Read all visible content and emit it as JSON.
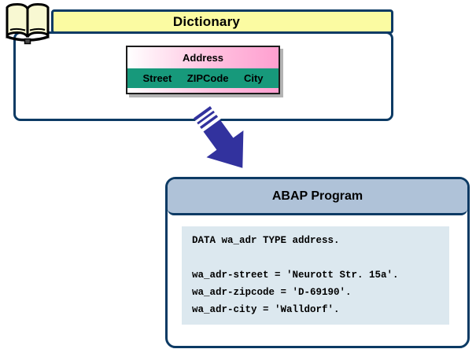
{
  "dictionary": {
    "title": "Dictionary",
    "table": {
      "title": "Address",
      "fields": [
        "Street",
        "ZIPCode",
        "City"
      ]
    }
  },
  "abap": {
    "title": "ABAP Program",
    "code": [
      "DATA wa_adr TYPE address.",
      "",
      "wa_adr-street = 'Neurott Str. 15a'.",
      "wa_adr-zipcode = 'D-69190'.",
      "wa_adr-city = 'Walldorf'."
    ]
  },
  "icons": {
    "book": "open-book-icon",
    "arrow": "arrow-down-right-icon"
  },
  "colors": {
    "navy_border": "#0c3a64",
    "banner_yellow": "#fbfba2",
    "table_pink": "#ff9fd0",
    "table_teal": "#17997b",
    "abap_header_blue": "#afc2d8",
    "code_background": "#dce8ef",
    "arrow_blue": "#32329e"
  }
}
